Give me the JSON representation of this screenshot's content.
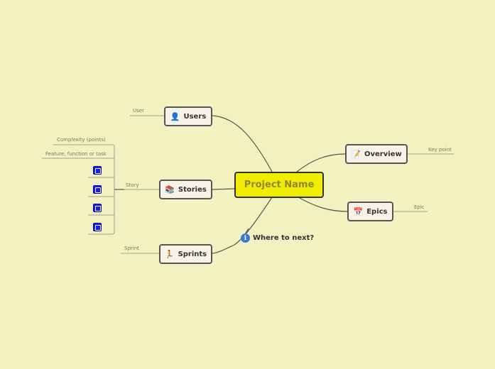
{
  "central": {
    "label": "Project Name"
  },
  "topics": {
    "users": {
      "label": "Users",
      "icon": "user-icon",
      "child": "User"
    },
    "stories": {
      "label": "Stories",
      "icon": "books-icon",
      "child": "Story",
      "subitems": [
        "Complexity (points)",
        "Feature, function or task"
      ]
    },
    "sprints": {
      "label": "Sprints",
      "icon": "runner-icon",
      "child": "Sprint"
    },
    "overview": {
      "label": "Overview",
      "icon": "notepad-icon",
      "child": "Key point"
    },
    "epics": {
      "label": "Epics",
      "icon": "calendar-icon",
      "child": "Epic"
    }
  },
  "floating": {
    "label": "Where to next?",
    "icon": "info-icon"
  },
  "colors": {
    "background": "#f1f2c0",
    "central_fill": "#f2ec00",
    "task_icon": "#1a1aff",
    "line": "#555555"
  }
}
